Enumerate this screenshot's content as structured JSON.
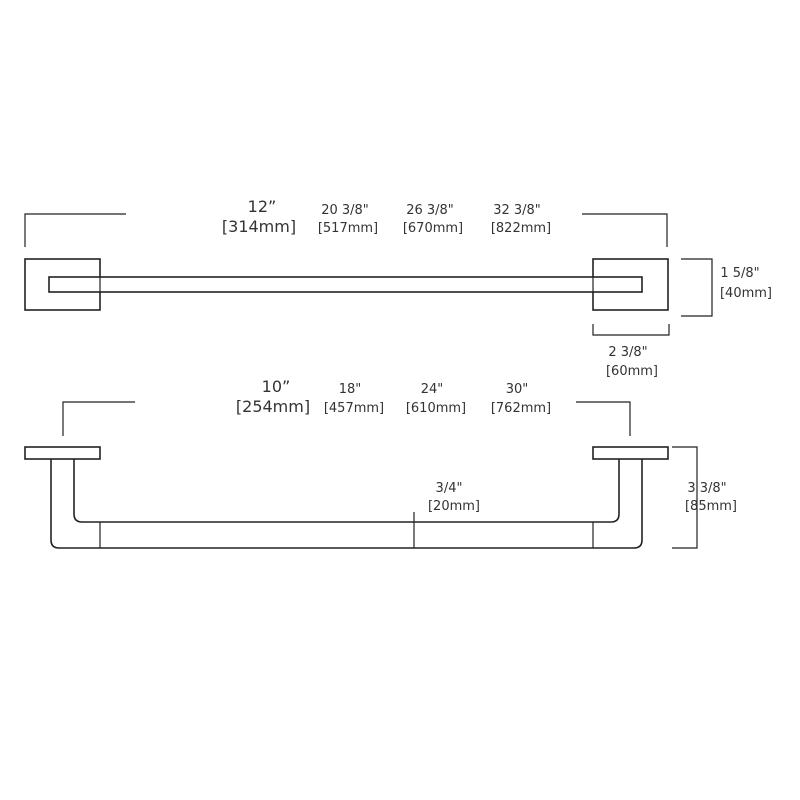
{
  "top_view": {
    "length_12in": "12”",
    "length_12mm": "[314mm]",
    "length_20in": "20 3/8\"",
    "length_20mm": "[517mm]",
    "length_26in": "26 3/8\"",
    "length_26mm": "[670mm]",
    "length_32in": "32 3/8\"",
    "length_32mm": "[822mm]",
    "height_in": "1 5/8\"",
    "height_mm": "[40mm]",
    "width_in": "2 3/8\"",
    "width_mm": "[60mm]"
  },
  "side_view": {
    "length_10in": "10”",
    "length_10mm": "[254mm]",
    "length_18in": "18\"",
    "length_18mm": "[457mm]",
    "length_24in": "24\"",
    "length_24mm": "[610mm]",
    "length_30in": "30\"",
    "length_30mm": "[762mm]",
    "bar_in": "3/4\"",
    "bar_mm": "[20mm]",
    "projection_in": "3 3/8\"",
    "projection_mm": "[85mm]"
  }
}
